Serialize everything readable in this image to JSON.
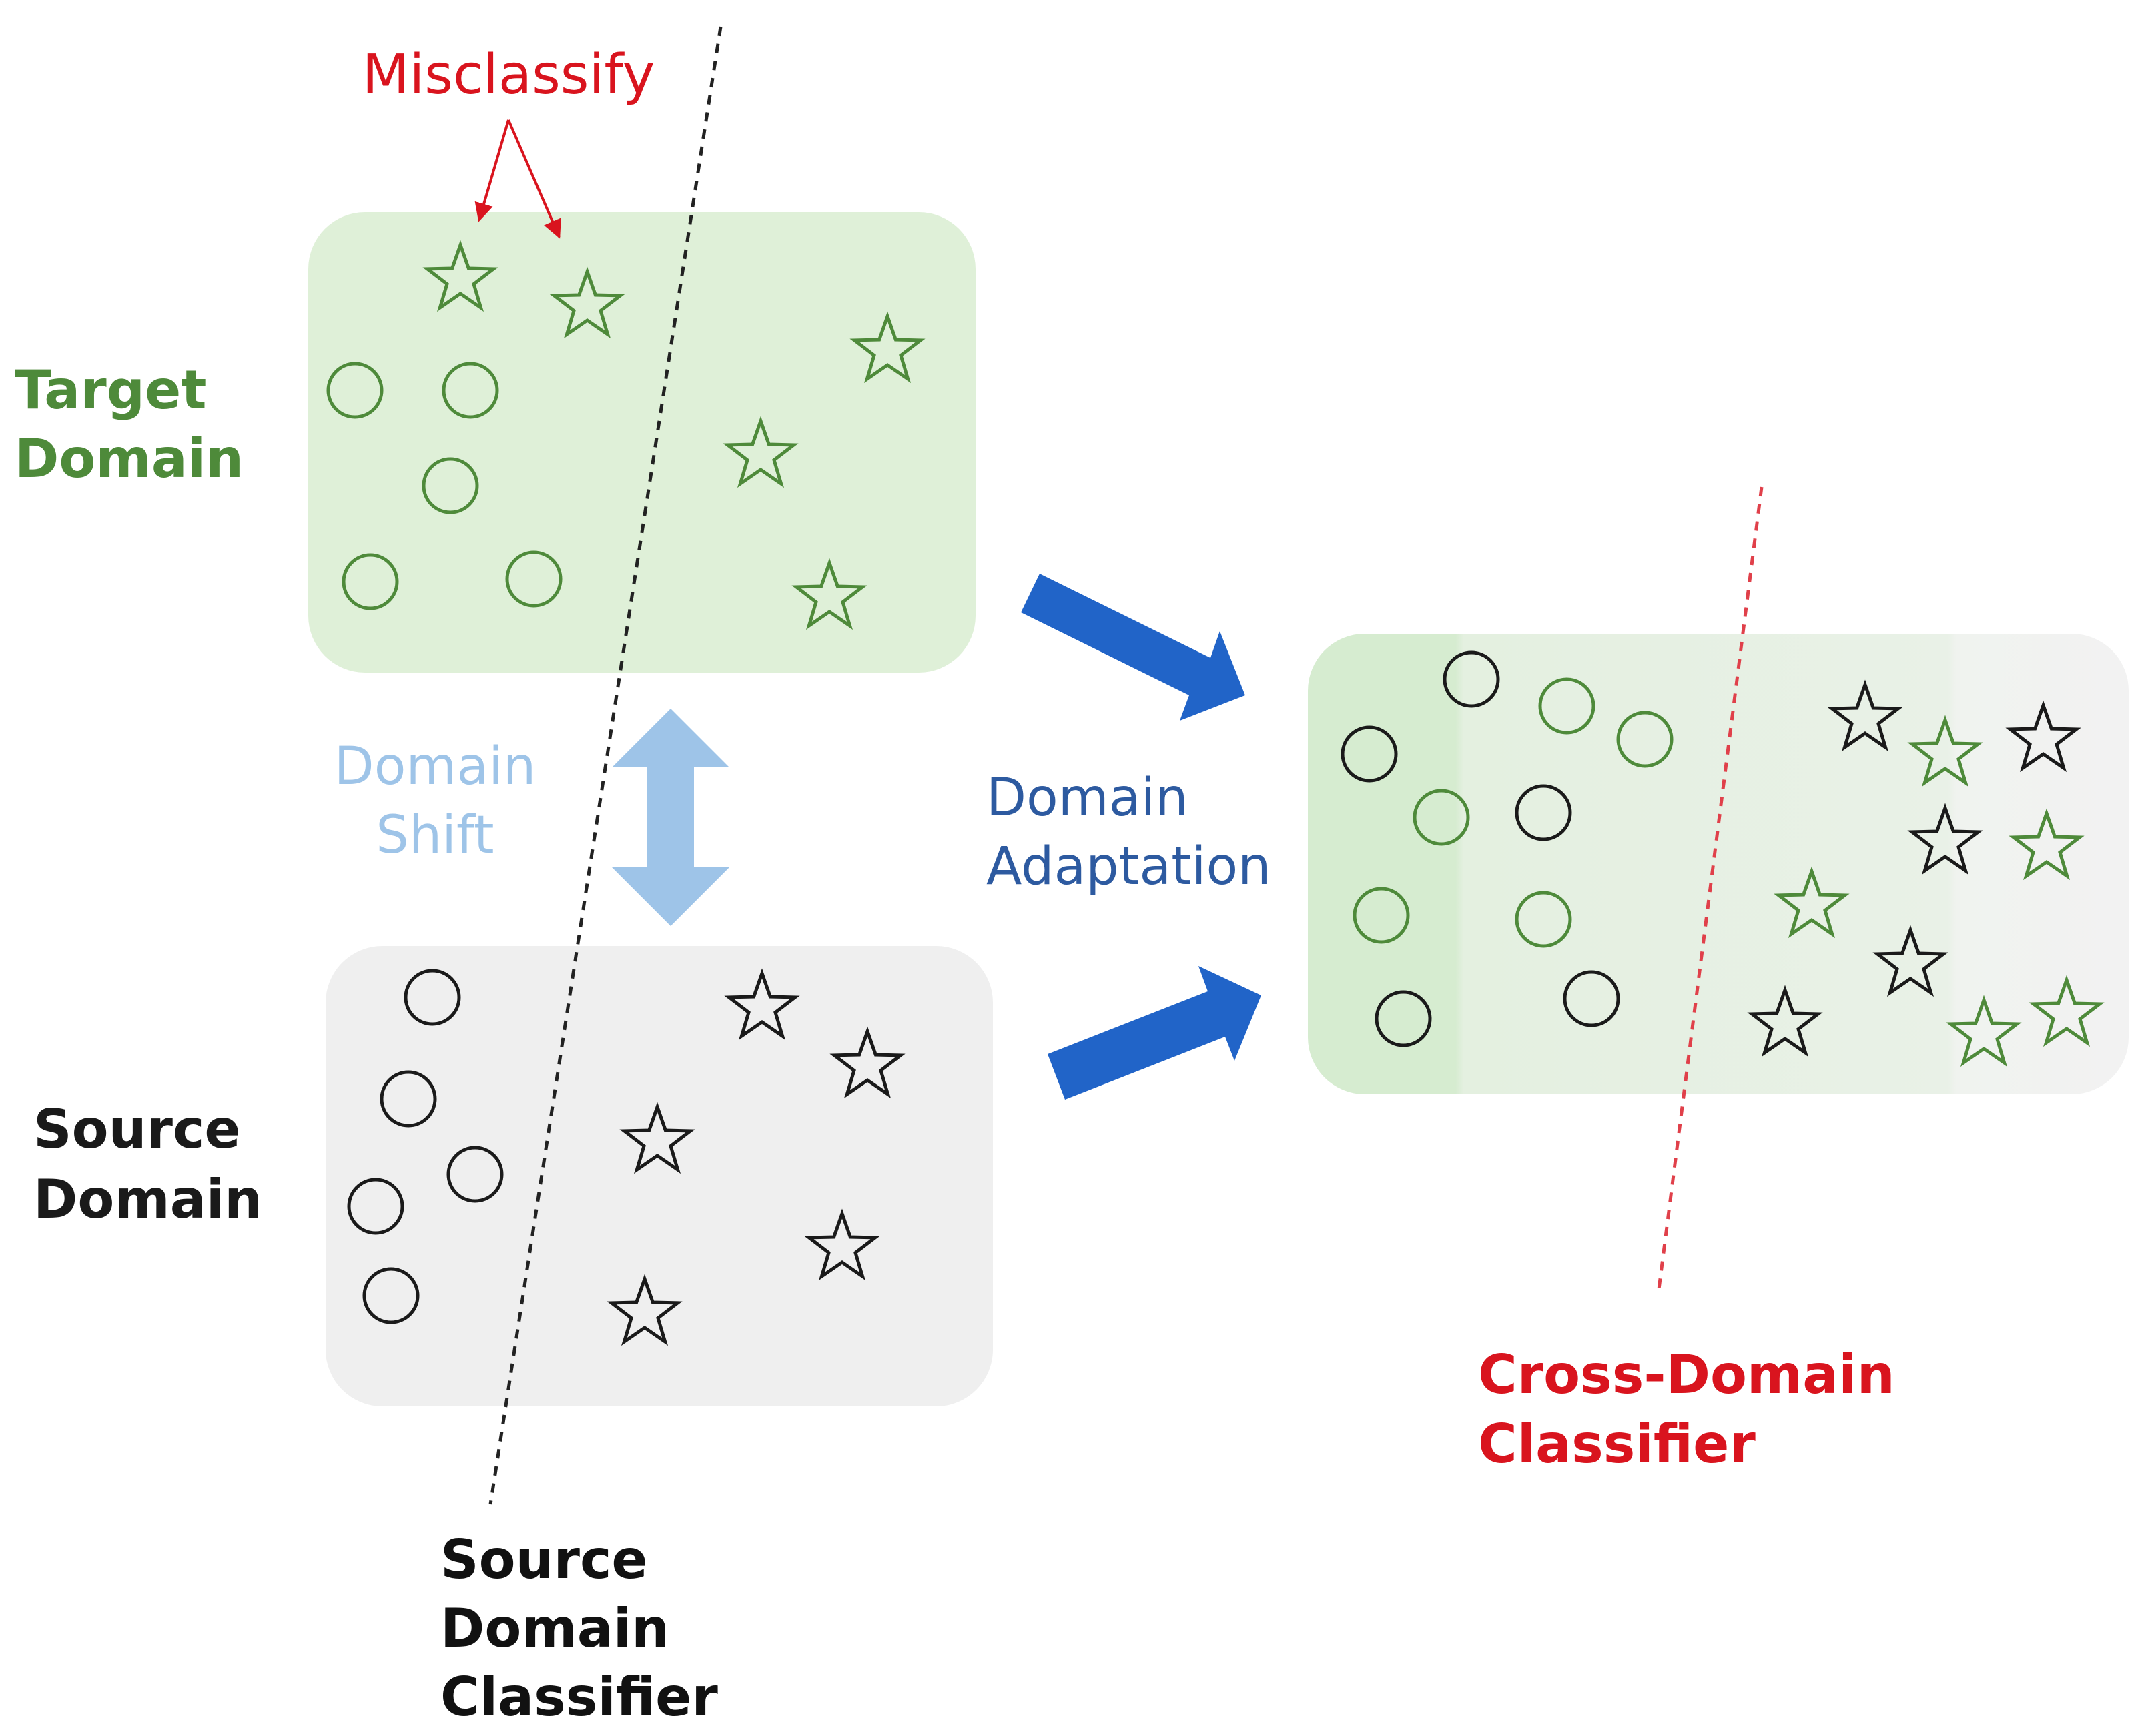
{
  "labels": {
    "misclassify": "Misclassify",
    "target_domain": [
      "Target",
      "Domain"
    ],
    "source_domain": [
      "Source",
      "Domain"
    ],
    "domain_shift": [
      "Domain",
      "Shift"
    ],
    "domain_adaptation": [
      "Domain",
      "Adaptation"
    ],
    "source_classifier": [
      "Source",
      "Domain",
      "Classifier"
    ],
    "cross_classifier": [
      "Cross-Domain",
      "Classifier"
    ]
  },
  "colors": {
    "target_green": "#4e8a3a",
    "target_box": "#dff0d8",
    "source_box": "#efefef",
    "source_black": "#1a1a1a",
    "misclassify_red": "#d9141e",
    "cross_red": "#d9141e",
    "shift_blue": "#9ec4e8",
    "adapt_blue": "#2d5aa0",
    "arrow_blue": "#2164c8",
    "divider": "#222222",
    "cross_divider": "#e0404a"
  }
}
